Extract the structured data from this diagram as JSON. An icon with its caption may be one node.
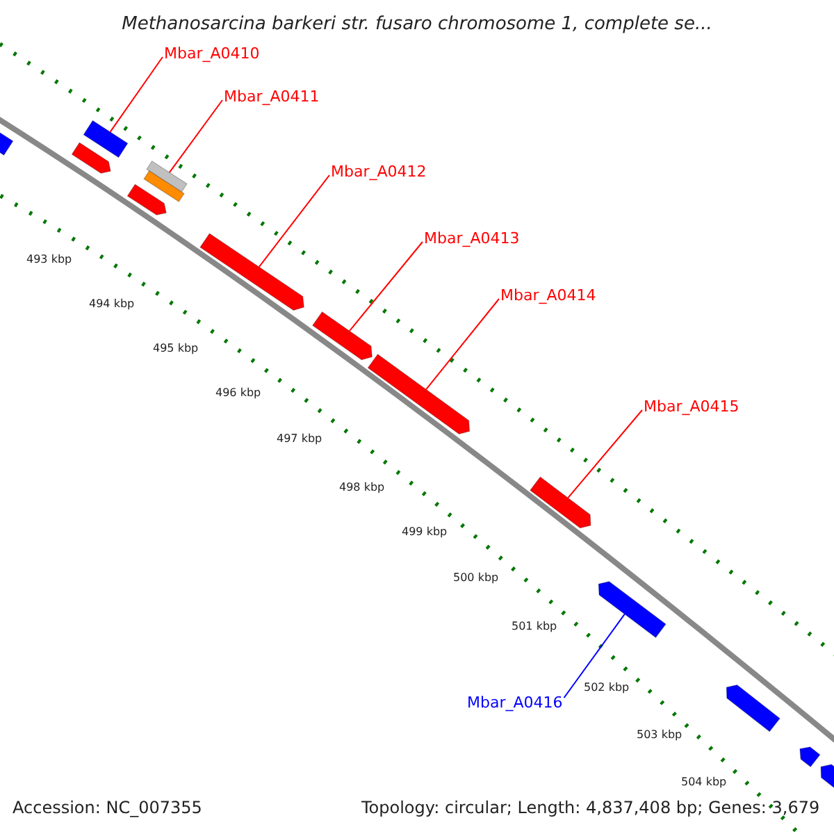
{
  "diagram": {
    "title": "Methanosarcina barkeri str. fusaro chromosome 1, complete se...",
    "nodes": [
      {
        "text": [],
        "shape": "bar"
      },
      {
        "text": [],
        "shape": "bar"
      },
      {
        "text": [],
        "shape": "bar"
      },
      {
        "text": [],
        "shape": "bar"
      },
      {
        "text": [],
        "shape": "bar"
      },
      {
        "text": [],
        "shape": "bar"
      },
      {
        "text": [],
        "shape": "bar"
      },
      {
        "text": [],
        "shape": "bar"
      },
      {
        "text": [],
        "shape": "bar"
      },
      {
        "text": [],
        "shape": "bar"
      },
      {
        "text": [],
        "shape": "bar"
      },
      {
        "text": [],
        "shape": "bar"
      },
      {
        "text": [],
        "shape": "bar"
      },
      {
        "text": [],
        "shape": "bar"
      },
      {
        "text": [
          "Mbar_A0410"
        ]
      },
      {
        "text": [
          "Mbar_A0411"
        ]
      },
      {
        "text": [
          "Mbar_A0412"
        ]
      },
      {
        "text": [
          "Mbar_A0413"
        ]
      },
      {
        "text": [
          "Mbar_A0414"
        ]
      },
      {
        "text": [
          "Mbar_A0415"
        ]
      },
      {
        "text": [
          "Mbar_A0416"
        ]
      }
    ],
    "edges": [
      {
        "from": 14,
        "to": 1,
        "arrow": "none"
      },
      {
        "from": 15,
        "to": 3,
        "arrow": "none"
      },
      {
        "from": 16,
        "to": 6,
        "arrow": "none"
      },
      {
        "from": 17,
        "to": 7,
        "arrow": "none"
      },
      {
        "from": 18,
        "to": 8,
        "arrow": "none"
      },
      {
        "from": 19,
        "to": 9,
        "arrow": "none"
      },
      {
        "from": 20,
        "to": 10,
        "arrow": "none",
        "color": "#0000ff"
      }
    ],
    "labels": [
      "493 kbp",
      "494 kbp",
      "495 kbp",
      "496 kbp",
      "497 kbp",
      "498 kbp",
      "499 kbp",
      "500 kbp",
      "501 kbp",
      "502 kbp",
      "503 kbp",
      "504 kbp",
      "Accession: NC_007355",
      "Topology: circular; Length: 4,837,408 bp; Genes: 3,679"
    ]
  }
}
